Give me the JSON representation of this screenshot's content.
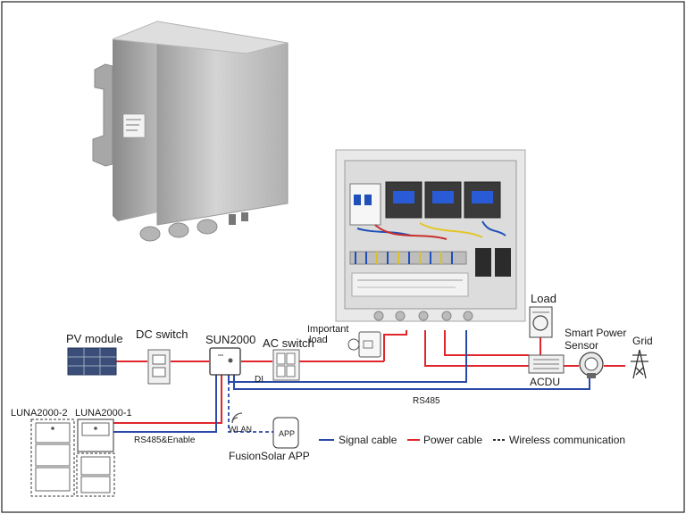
{
  "labels": {
    "pv_module": "PV module",
    "dc_switch": "DC switch",
    "sun2000": "SUN2000",
    "ac_switch": "AC switch",
    "important_load_1": "Important",
    "important_load_2": "load",
    "load": "Load",
    "smart_sensor_1": "Smart Power",
    "smart_sensor_2": "Sensor",
    "grid": "Grid",
    "acdu": "ACDU",
    "di": "DI",
    "rs485": "RS485",
    "wlan": "WLAN",
    "app_icon_text": "APP",
    "fusionsolar_app": "FusionSolar APP",
    "luna_2": "LUNA2000-2",
    "luna_1": "LUNA2000-1",
    "rs485_enable": "RS485&Enable"
  },
  "legend": {
    "signal_cable": "Signal cable",
    "power_cable": "Power cable",
    "wireless": "Wireless communication"
  },
  "colors": {
    "power_cable": "#e0262b",
    "signal_cable": "#2a4aa8",
    "wireless": "#2a4aa8",
    "device_gray": "#b9b9b9"
  }
}
